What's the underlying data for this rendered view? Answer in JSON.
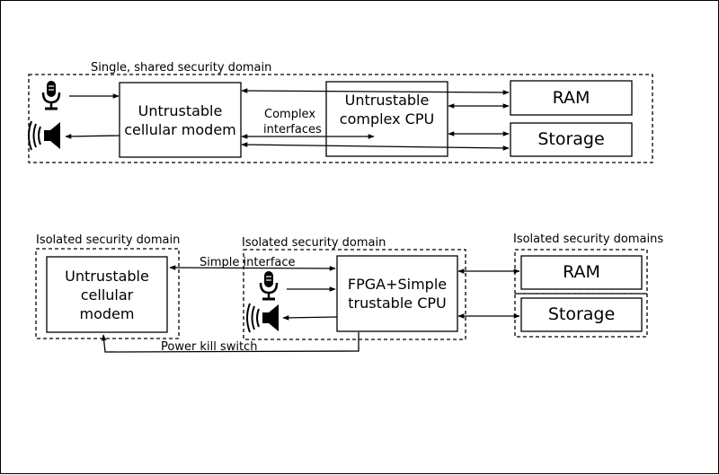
{
  "top": {
    "domain_label": "Single, shared security domain",
    "modem_label": "Untrustable cellular modem",
    "cpu_label": "Untrustable complex CPU",
    "link_label_line1": "Complex",
    "link_label_line2": "interfaces",
    "ram_label": "RAM",
    "storage_label": "Storage",
    "mic_icon": "microphone-icon",
    "speaker_icon": "speaker-icon"
  },
  "bottom": {
    "modem_domain_label": "Isolated security domain",
    "cpu_domain_label": "Isolated security domain",
    "memory_domains_label": "Isolated security domains",
    "modem_label": "Untrustable cellular modem",
    "cpu_label": "FPGA+Simple trustable CPU",
    "ram_label": "RAM",
    "storage_label": "Storage",
    "interface_label": "Simple interface",
    "kill_switch_label": "Power kill switch",
    "mic_icon": "microphone-icon",
    "speaker_icon": "speaker-icon"
  },
  "colors": {
    "stroke": "#000000",
    "background": "#ffffff"
  }
}
